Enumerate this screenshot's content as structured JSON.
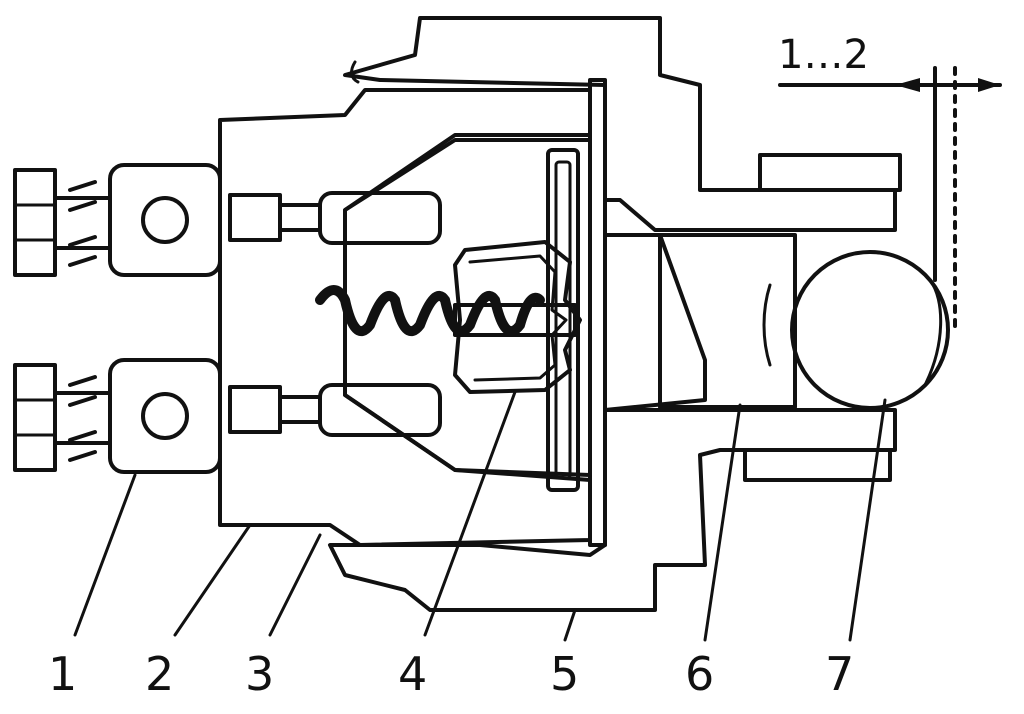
{
  "dimension": {
    "label": "1…2"
  },
  "callouts": [
    {
      "id": "1",
      "text": "1"
    },
    {
      "id": "2",
      "text": "2"
    },
    {
      "id": "3",
      "text": "3"
    },
    {
      "id": "4",
      "text": "4"
    },
    {
      "id": "5",
      "text": "5"
    },
    {
      "id": "6",
      "text": "6"
    },
    {
      "id": "7",
      "text": "7"
    }
  ],
  "colors": {
    "ink": "#111111",
    "paper": "#ffffff"
  }
}
